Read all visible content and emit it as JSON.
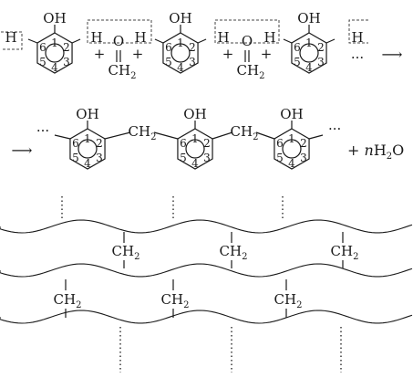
{
  "phenol": {
    "oh": "OH",
    "h": "H",
    "ring_numbers": [
      "1",
      "2",
      "3",
      "4",
      "5",
      "6"
    ]
  },
  "formaldehyde": {
    "o": "O",
    "ch": "CH",
    "sub": "2",
    "plus": "+"
  },
  "linker": {
    "ch": "CH",
    "sub": "2"
  },
  "reaction": {
    "ellipsis": "···",
    "arrow": "⟶",
    "plus_water": "+ ",
    "n": "n",
    "h": "H",
    "h_sub": "2",
    "o": "O"
  }
}
